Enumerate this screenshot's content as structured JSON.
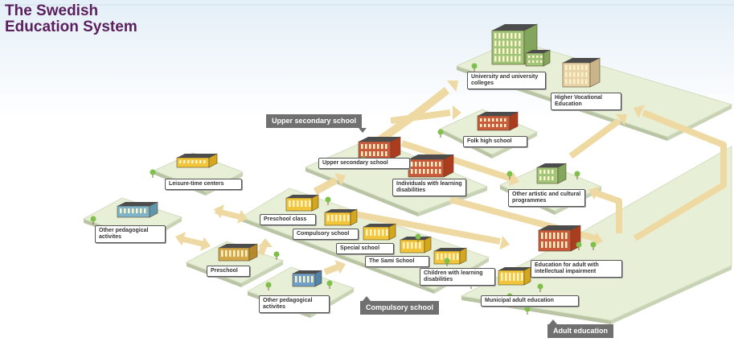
{
  "title": {
    "line1": "The Swedish",
    "line2": "Education System"
  },
  "colors": {
    "title": "#5b1f5e",
    "arrow": "#efd9a3",
    "platform_top": "#e7efd6",
    "platform_side": "#c8d2b4",
    "tag_bg": "#707070",
    "building_yellow": "#f3c53a",
    "building_red": "#c95a3c",
    "building_green": "#7aa35a",
    "tree": "#7fc04a"
  },
  "labels": {
    "university": "University and university colleges",
    "higher_vocational": "Higher Vocational Education",
    "upper_secondary": "Upper secondary school",
    "individuals": "Individuals with learning disabilities",
    "folk_high": "Folk high school",
    "artistic": "Other artistic and cultural programmes",
    "leisure": "Leisure-time centers",
    "other_ped_1": "Other pedagogical activites",
    "preschool_class": "Preschool class",
    "compulsory": "Compulsory school",
    "special": "Special school",
    "sami": "The Sami School",
    "children_ld": "Children with learning disabilities",
    "preschool": "Preschool",
    "other_ped_2": "Other pedagogical activites",
    "adult_ie": "Education for adult with intellectual impairment",
    "municipal": "Municipal adult education"
  },
  "tags": {
    "upper_secondary": "Upper secondary school",
    "compulsory": "Compulsory school",
    "adult": "Adult education"
  }
}
